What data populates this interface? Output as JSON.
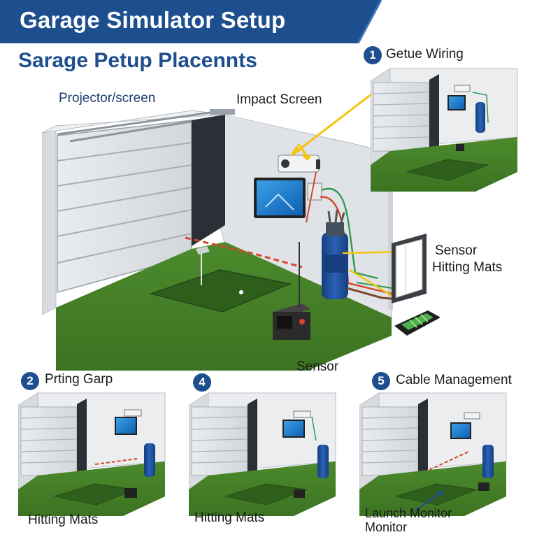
{
  "header": {
    "title": "Garage Simulator Setup",
    "subtitle": "Sarage Petup Placennts"
  },
  "main_diagram": {
    "labels": {
      "projector": "Projector/screen",
      "impact": "Impact Screen",
      "sensor_mats_line1": "Sensor",
      "sensor_mats_line2": "Hitting Mats",
      "sensor": "Sensor"
    }
  },
  "panels": [
    {
      "number": "1",
      "title": "Getue Wiring"
    },
    {
      "number": "2",
      "title": "Prting Garp",
      "caption": "Hitting Mats"
    },
    {
      "number": "4",
      "title": "",
      "caption": "Hitting Mats"
    },
    {
      "number": "5",
      "title": "Cable Management",
      "caption_line1": "Launch Monitor",
      "caption_line2": "Monitor"
    }
  ],
  "colors": {
    "banner": "#1d4f8f",
    "accent_text": "#1d4f8f",
    "turf": "#4f8a2e",
    "wall": "#e3e5e8",
    "bag": "#1f4f9a",
    "cable_red": "#d6452a",
    "cable_green": "#2f9a52",
    "callout_yellow": "#f2c511"
  }
}
